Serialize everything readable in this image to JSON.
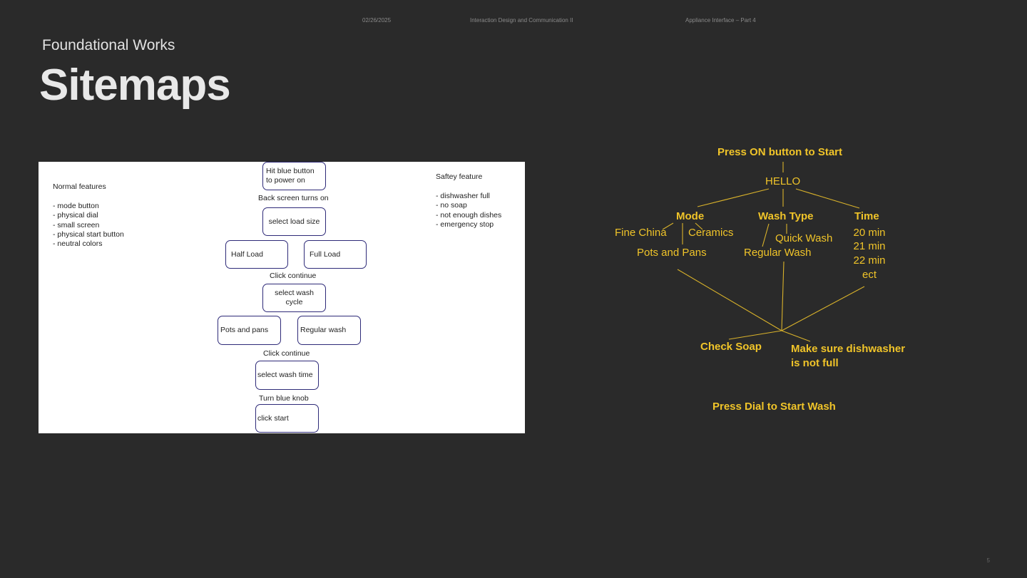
{
  "header": {
    "date": "02/26/2025",
    "course": "Interaction Design and Communication II",
    "project": "Appliance Interface – Part 4"
  },
  "slide": {
    "kicker": "Foundational Works",
    "title": "Sitemaps",
    "page_number": "5"
  },
  "sitemap_left": {
    "normal_title": "Normal features",
    "normal_items": [
      "mode button",
      "physical dial",
      "small screen",
      "physical start button",
      "neutral colors"
    ],
    "safety_title": "Saftey feature",
    "safety_items": [
      "dishwasher full",
      "no soap",
      "not enough dishes",
      "emergency stop"
    ],
    "steps": {
      "power": "Hit blue button to power on",
      "screen_on": "Back screen turns on",
      "load_size": "select load size",
      "half_load": "Half Load",
      "full_load": "Full Load",
      "continue_1": "Click continue",
      "wash_cycle": "select wash cycle",
      "pots": "Pots and pans",
      "regular": "Regular wash",
      "continue_2": "Click continue",
      "wash_time": "select wash time",
      "knob": "Turn blue knob",
      "start": "click start"
    }
  },
  "sitemap_right": {
    "start": "Press ON button to Start",
    "hello": "HELLO",
    "mode": "Mode",
    "wash_type": "Wash Type",
    "time": "Time",
    "fine_china": "Fine China",
    "ceramics": "Ceramics",
    "pots_pans": "Pots and Pans",
    "quick_wash": "Quick Wash",
    "regular_wash": "Regular Wash",
    "t20": "20 min",
    "t21": "21 min",
    "t22": "22 min",
    "etc": "ect",
    "check_soap": "Check Soap",
    "not_full_1": "Make sure dishwasher",
    "not_full_2": "is not full",
    "dial": "Press Dial to Start Wash",
    "accent_color": "#f0c429"
  }
}
